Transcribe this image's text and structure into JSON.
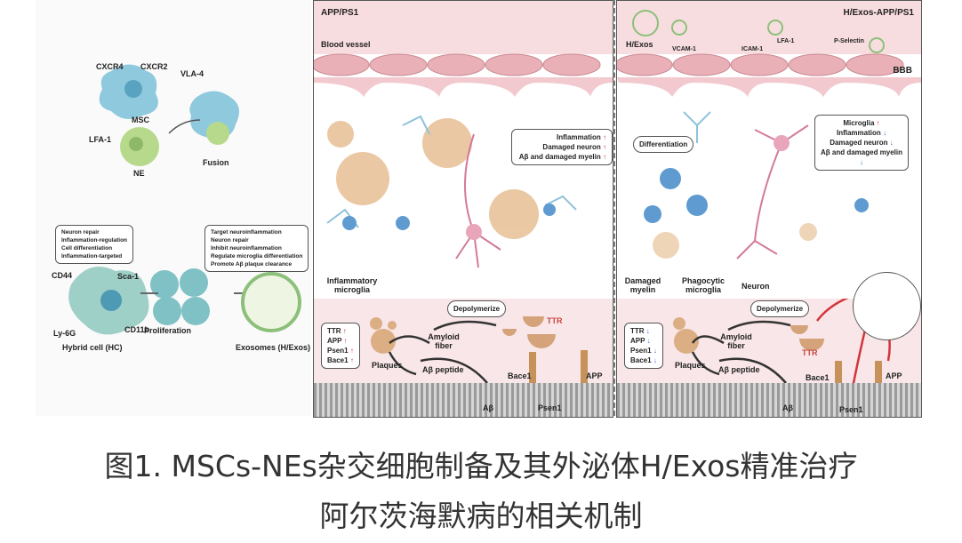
{
  "left_panel": {
    "receptors": [
      "CXCR4",
      "CXCR2",
      "VLA-4",
      "LFA-1"
    ],
    "msc_label": "MSC",
    "ne_label": "NE",
    "fusion_label": "Fusion",
    "hc_box": [
      "Neuron repair",
      "Inflammation-regulation",
      "Cell differentiation",
      "Inflammation-targeted"
    ],
    "exos_box": [
      "Target neuroinflammation",
      "Neuron repair",
      "Inhibit neuroinflammation",
      "Regulate microglia differentiation",
      "Promote Aβ plaque clearance"
    ],
    "hc_markers": [
      "CD44",
      "Sca-1",
      "Ly-6G",
      "CD11b"
    ],
    "hc_label": "Hybrid cell (HC)",
    "proliferation_label": "Proliferation",
    "exosomes_label": "Exosomes (H/Exos)"
  },
  "middle_panel": {
    "title": "APP/PS1",
    "vessel_label": "Blood vessel",
    "microglia_label": "Inflammatory microglia",
    "status_box": [
      {
        "text": "Inflammation",
        "arrow": "↑"
      },
      {
        "text": "Damaged neuron",
        "arrow": "↑"
      },
      {
        "text": "Aβ and damaged myelin",
        "arrow": "↑"
      }
    ],
    "depolymerize": "Depolymerize",
    "ttr": "TTR",
    "amyloid": "Amyloid fiber",
    "plaques": "Plaques",
    "peptide": "Aβ peptide",
    "bace1": "Bace1",
    "app": "APP",
    "abeta": "Aβ",
    "psen1": "Psen1",
    "gene_box": [
      {
        "text": "TTR",
        "arrow": "↑"
      },
      {
        "text": "APP",
        "arrow": "↑"
      },
      {
        "text": "Psen1",
        "arrow": "↑"
      },
      {
        "text": "Bace1",
        "arrow": "↑"
      }
    ]
  },
  "right_panel": {
    "title": "H/Exos-APP/PS1",
    "hexos": "H/Exos",
    "adhesion": [
      "VCAM-1",
      "ICAM-1",
      "LFA-1",
      "P-Selectin"
    ],
    "bbb": "BBB",
    "differentiation": "Differentiation",
    "status_box": [
      {
        "text": "Microglia",
        "arrow": "↑"
      },
      {
        "text": "Inflammation",
        "arrow": "↓"
      },
      {
        "text": "Damaged neuron",
        "arrow": "↓"
      },
      {
        "text": "Aβ and damaged myelin",
        "arrow": "↓"
      }
    ],
    "damaged_myelin": "Damaged myelin",
    "phagocytic": "Phagocytic microglia",
    "neuron": "Neuron",
    "depolymerize": "Depolymerize",
    "ttr": "TTR",
    "amyloid": "Amyloid fiber",
    "plaques": "Plaques",
    "peptide": "Aβ peptide",
    "bace1": "Bace1",
    "app": "APP",
    "abeta": "Aβ",
    "psen1": "Psen1",
    "gene_box": [
      {
        "text": "TTR",
        "arrow": "↓"
      },
      {
        "text": "APP",
        "arrow": "↓"
      },
      {
        "text": "Psen1",
        "arrow": "↓"
      },
      {
        "text": "Bace1",
        "arrow": "↓"
      }
    ]
  },
  "caption": {
    "line1": "图1. MSCs-NEs杂交细胞制备及其外泌体H/Exos精准治疗",
    "line2": "阿尔茨海默病的相关机制"
  }
}
